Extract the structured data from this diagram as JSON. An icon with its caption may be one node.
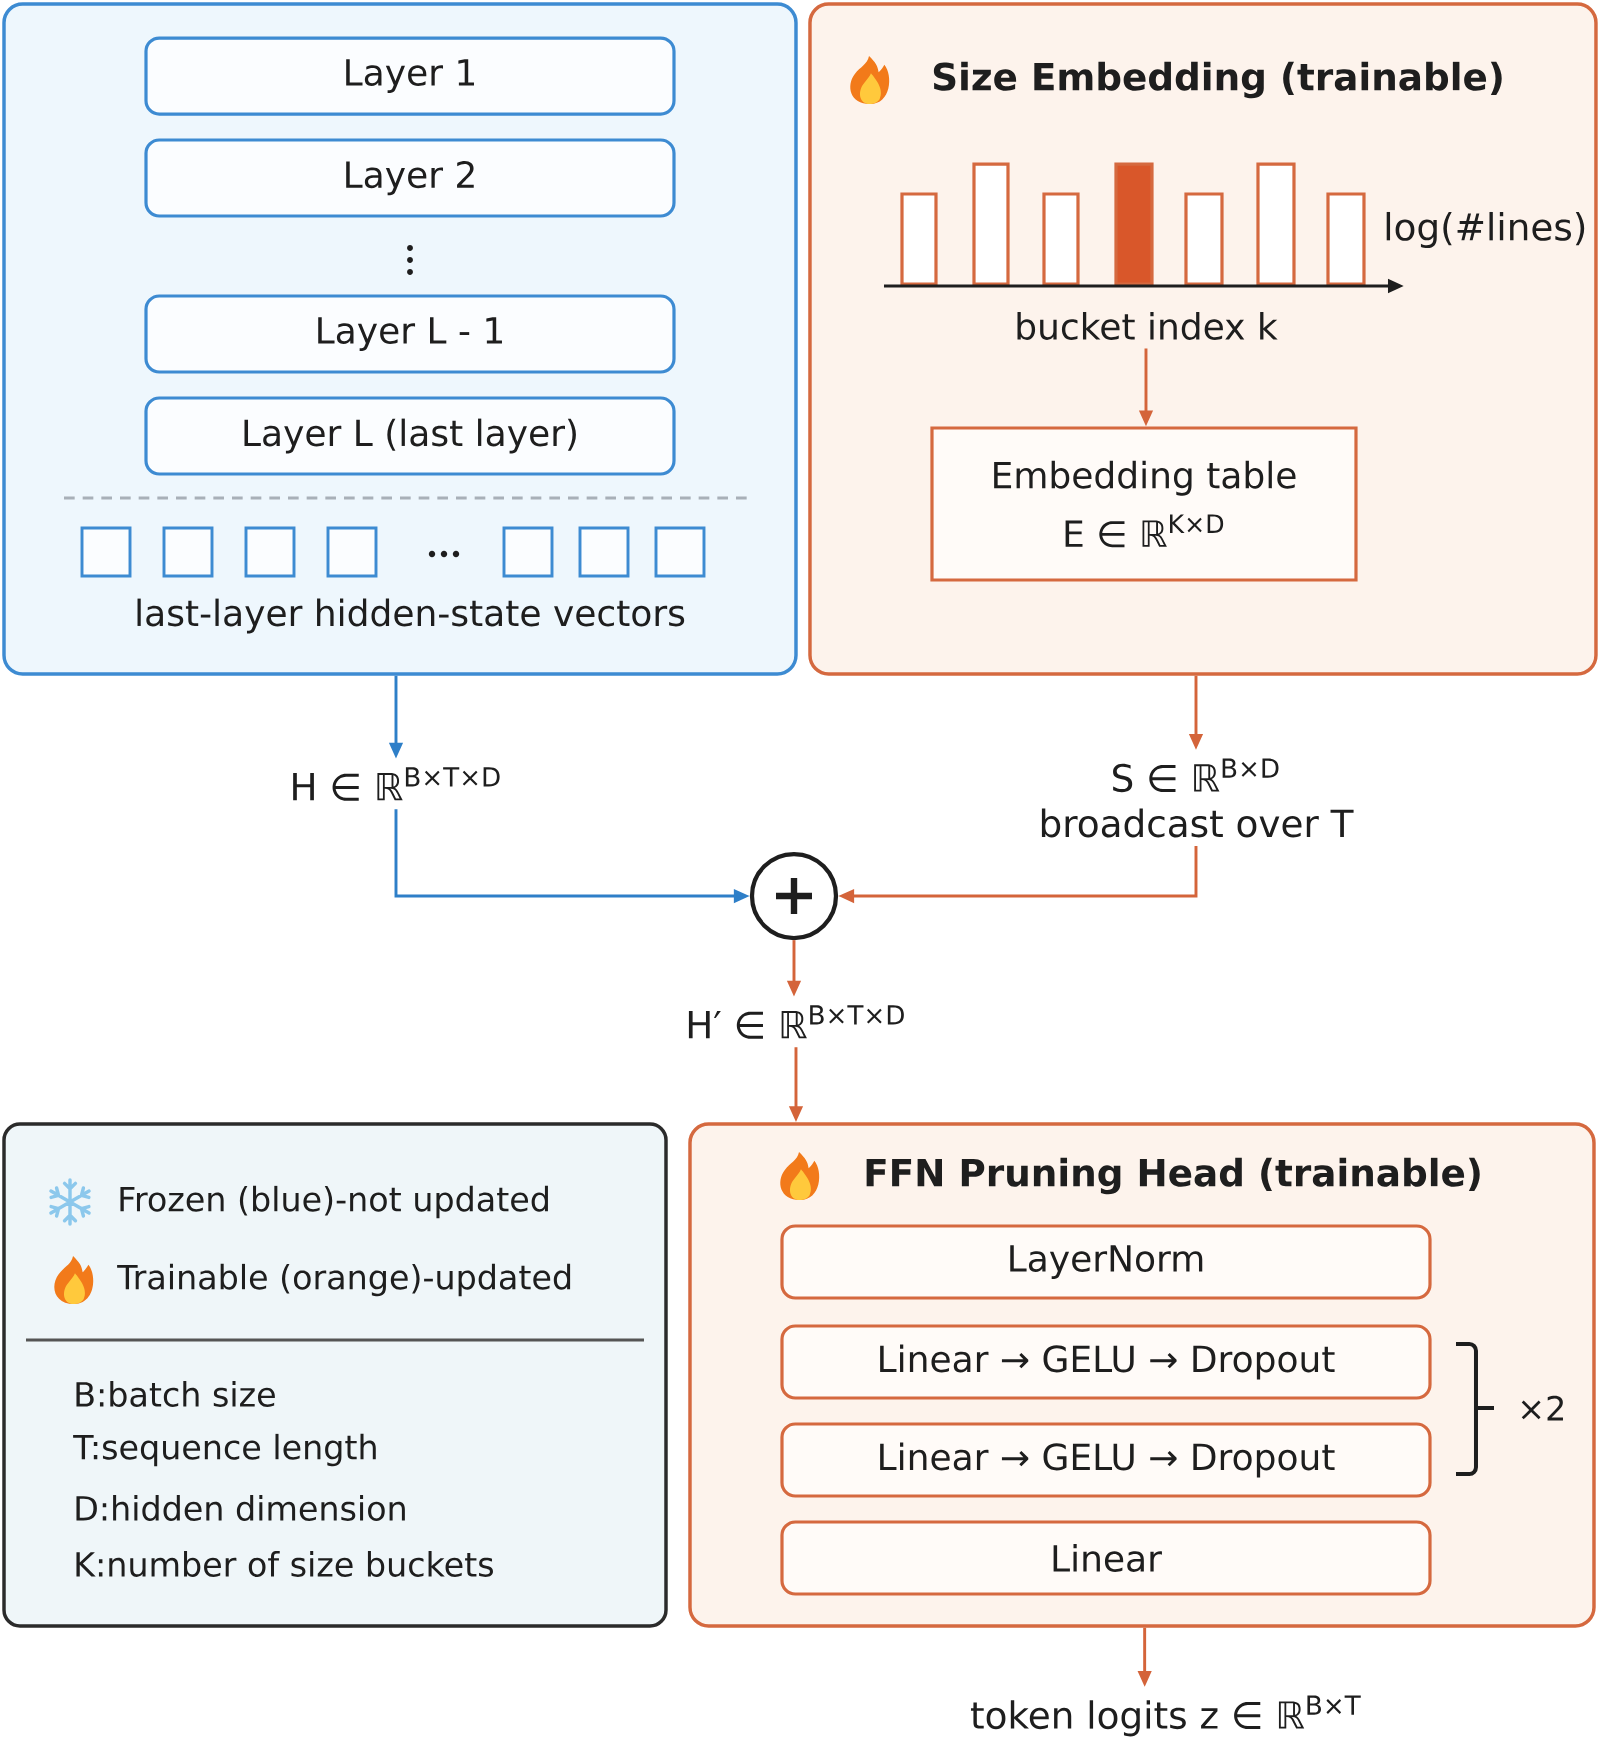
{
  "diagram": {
    "nodes": [
      {
        "text": [
          "last-layer hidden-state vectors"
        ]
      },
      {
        "text": [
          "Layer 1"
        ],
        "in": 0
      },
      {
        "text": [
          "Layer 2"
        ],
        "in": 0
      },
      {
        "text": [
          "Layer L - 1"
        ],
        "in": 0
      },
      {
        "text": [
          "Layer L (last layer)"
        ],
        "in": 0
      },
      {
        "text": [
          "Size Embedding (trainable)"
        ]
      },
      {
        "text": [
          "bucket index k"
        ],
        "in": 5
      },
      {
        "text": [
          "Embedding table",
          "E ∈ ℝ$^{K×D}$"
        ],
        "in": 5
      },
      {
        "text": [
          "H ∈ ℝ$^{B×T×D}$"
        ]
      },
      {
        "text": [
          "S ∈ ℝ$^{B×D}$",
          "broadcast over T"
        ]
      },
      {
        "text": [],
        "shape": "circle"
      },
      {
        "text": [
          "H′ ∈ ℝ$^{B×T×D}$"
        ]
      },
      {
        "text": [
          "FFN Pruning Head (trainable)"
        ]
      },
      {
        "text": [
          "LayerNorm"
        ],
        "in": 12
      },
      {
        "text": [
          "Linear → GELU → Dropout"
        ],
        "in": 12
      },
      {
        "text": [
          "Linear → GELU → Dropout"
        ],
        "in": 12
      },
      {
        "text": [
          "Linear"
        ],
        "in": 12
      },
      {
        "text": [
          "token logits z ∈ ℝ$^{B×T}$"
        ]
      }
    ],
    "edges": [
      {
        "from": 0,
        "to": 8,
        "arrow": "to",
        "color": "#2e7fc8"
      },
      {
        "from": 8,
        "to": 10,
        "arrow": "to",
        "color": "#2e7fc8"
      },
      {
        "from": 6,
        "to": 7,
        "arrow": "to"
      },
      {
        "from": 5,
        "to": 9,
        "arrow": "to"
      },
      {
        "from": 9,
        "to": 10,
        "arrow": "to"
      },
      {
        "from": 10,
        "to": 11,
        "arrow": "to"
      },
      {
        "from": 11,
        "to": 12,
        "arrow": "to"
      },
      {
        "from": 12,
        "to": 17,
        "arrow": "to"
      }
    ],
    "labels": [
      "log(#lines)",
      "B:batch size",
      "T:sequence length",
      "D:hidden dimension",
      "K:number of size buckets",
      "×2"
    ],
    "legend": [
      {
        "text": "Frozen (blue)-not updated"
      },
      {
        "text": "Trainable (orange)-updated"
      }
    ]
  }
}
